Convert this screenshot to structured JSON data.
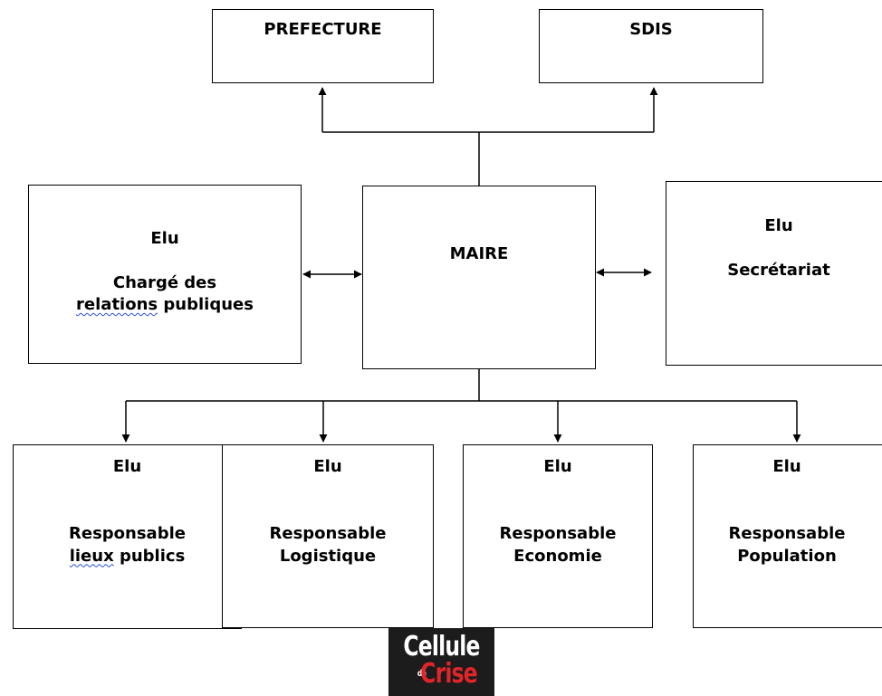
{
  "diagram": {
    "prefecture": {
      "lines": [
        "PREFECTURE"
      ]
    },
    "sdis": {
      "lines": [
        "SDIS"
      ]
    },
    "maire": {
      "lines": [
        "MAIRE"
      ]
    },
    "elu_relations": {
      "lines": [
        "Elu",
        "",
        "Chargé des",
        "relations publiques"
      ]
    },
    "elu_secretariat": {
      "lines": [
        "Elu",
        "",
        "Secrétariat"
      ]
    },
    "elu_lieux": {
      "lines": [
        "Elu",
        "",
        "Responsable",
        "lieux publics"
      ]
    },
    "elu_logistique": {
      "lines": [
        "Elu",
        "",
        "Responsable",
        "Logistique"
      ]
    },
    "elu_economie": {
      "lines": [
        "Elu",
        "",
        "Responsable",
        "Economie"
      ]
    },
    "elu_population": {
      "lines": [
        "Elu",
        "",
        "Responsable",
        "Population"
      ]
    }
  },
  "logo": {
    "word_top": "Cellule",
    "word_middle": "de",
    "word_bottom": "Crise",
    "colors": {
      "background": "#1c1c1c",
      "top": "#ffffff",
      "bottom": "#e1252a"
    }
  },
  "colors": {
    "line": "#000000",
    "box_border": "#000000",
    "spellcheck_underline": "#2b4fd6"
  }
}
